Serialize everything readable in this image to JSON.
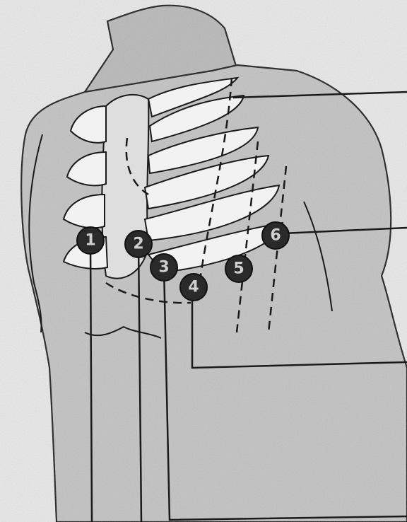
{
  "diagram": {
    "electrodes": [
      {
        "label": "1"
      },
      {
        "label": "2"
      },
      {
        "label": "3"
      },
      {
        "label": "4"
      },
      {
        "label": "5"
      },
      {
        "label": "6"
      }
    ],
    "colors": {
      "background": "#e9e9e9",
      "skin_shade": "#b9b9b9",
      "line": "#1a1a1a",
      "rib_fill": "#f4f4f4",
      "electrode_fill": "#2a2a2a"
    }
  }
}
